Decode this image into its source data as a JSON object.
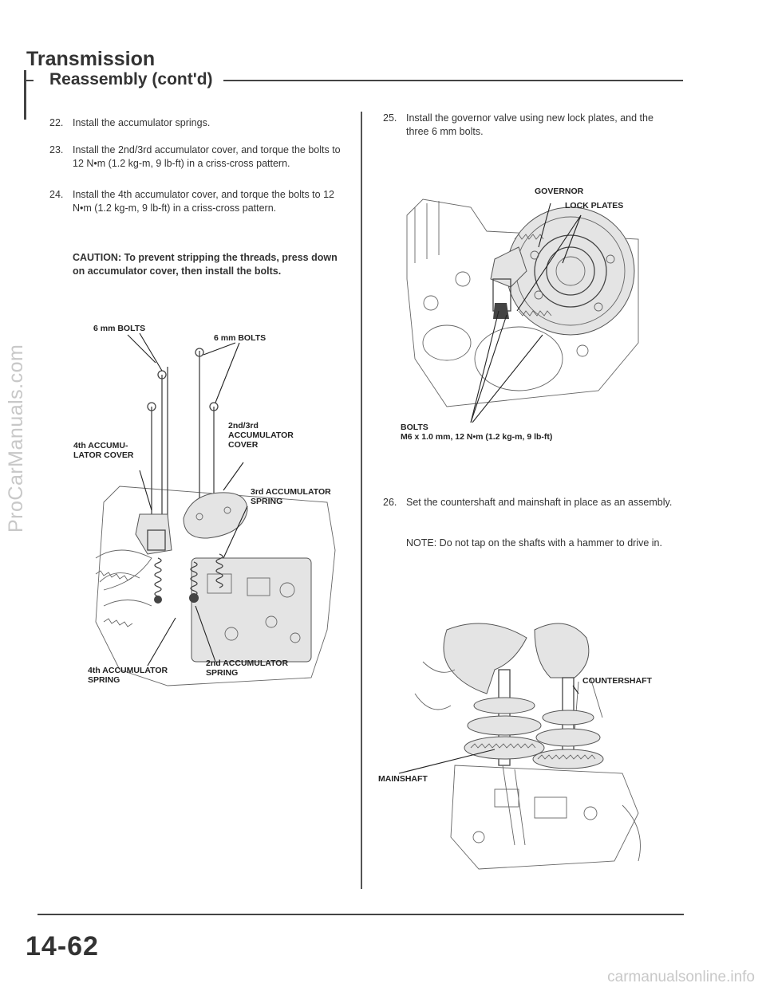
{
  "watermark_left": "ProCarManuals.com",
  "watermark_bottom": "carmanualsonline.info",
  "header": {
    "title": "Transmission",
    "subtitle": "Reassembly (cont'd)"
  },
  "steps": [
    {
      "num": "22.",
      "text": "Install the accumulator springs."
    },
    {
      "num": "23.",
      "text": "Install the 2nd/3rd accumulator cover, and torque the bolts to 12 N•m (1.2 kg-m, 9 lb-ft) in a criss-cross pattern."
    },
    {
      "num": "24.",
      "text": "Install the 4th accumulator cover, and torque the bolts to 12 N•m (1.2 kg-m, 9 lb-ft) in a criss-cross pattern."
    },
    {
      "num": "25.",
      "text": "Install the governor valve using new lock plates, and the three 6 mm bolts."
    },
    {
      "num": "26.",
      "text": "Set the countershaft and mainshaft in place as an assembly."
    }
  ],
  "caution": "CAUTION: To prevent stripping the threads, press down on accumulator cover, then install the bolts.",
  "note": "NOTE: Do not tap on the shafts with a hammer to drive in.",
  "figure1": {
    "labels": {
      "bolts_left": "6 mm BOLTS",
      "bolts_right": "6 mm BOLTS",
      "cover_23": "2nd/3rd\nACCUMULATOR\nCOVER",
      "cover_4": "4th ACCUMU-\nLATOR COVER",
      "spring_3": "3rd ACCUMULATOR\nSPRING",
      "spring_4": "4th ACCUMULATOR\nSPRING",
      "spring_2": "2nd ACCUMULATOR\nSPRING"
    }
  },
  "figure2": {
    "labels": {
      "governor": "GOVERNOR",
      "lock_plates": "LOCK PLATES",
      "bolts": "BOLTS",
      "bolts_spec": "M6 x 1.0 mm, 12 N•m (1.2 kg-m, 9 lb-ft)"
    }
  },
  "figure3": {
    "labels": {
      "countershaft": "COUNTERSHAFT",
      "mainshaft": "MAINSHAFT"
    }
  },
  "footer": {
    "page_number": "14-62"
  },
  "icons": [
    "transmission-drawing-icon",
    "governor-drawing-icon",
    "shaft-assembly-drawing-icon"
  ]
}
